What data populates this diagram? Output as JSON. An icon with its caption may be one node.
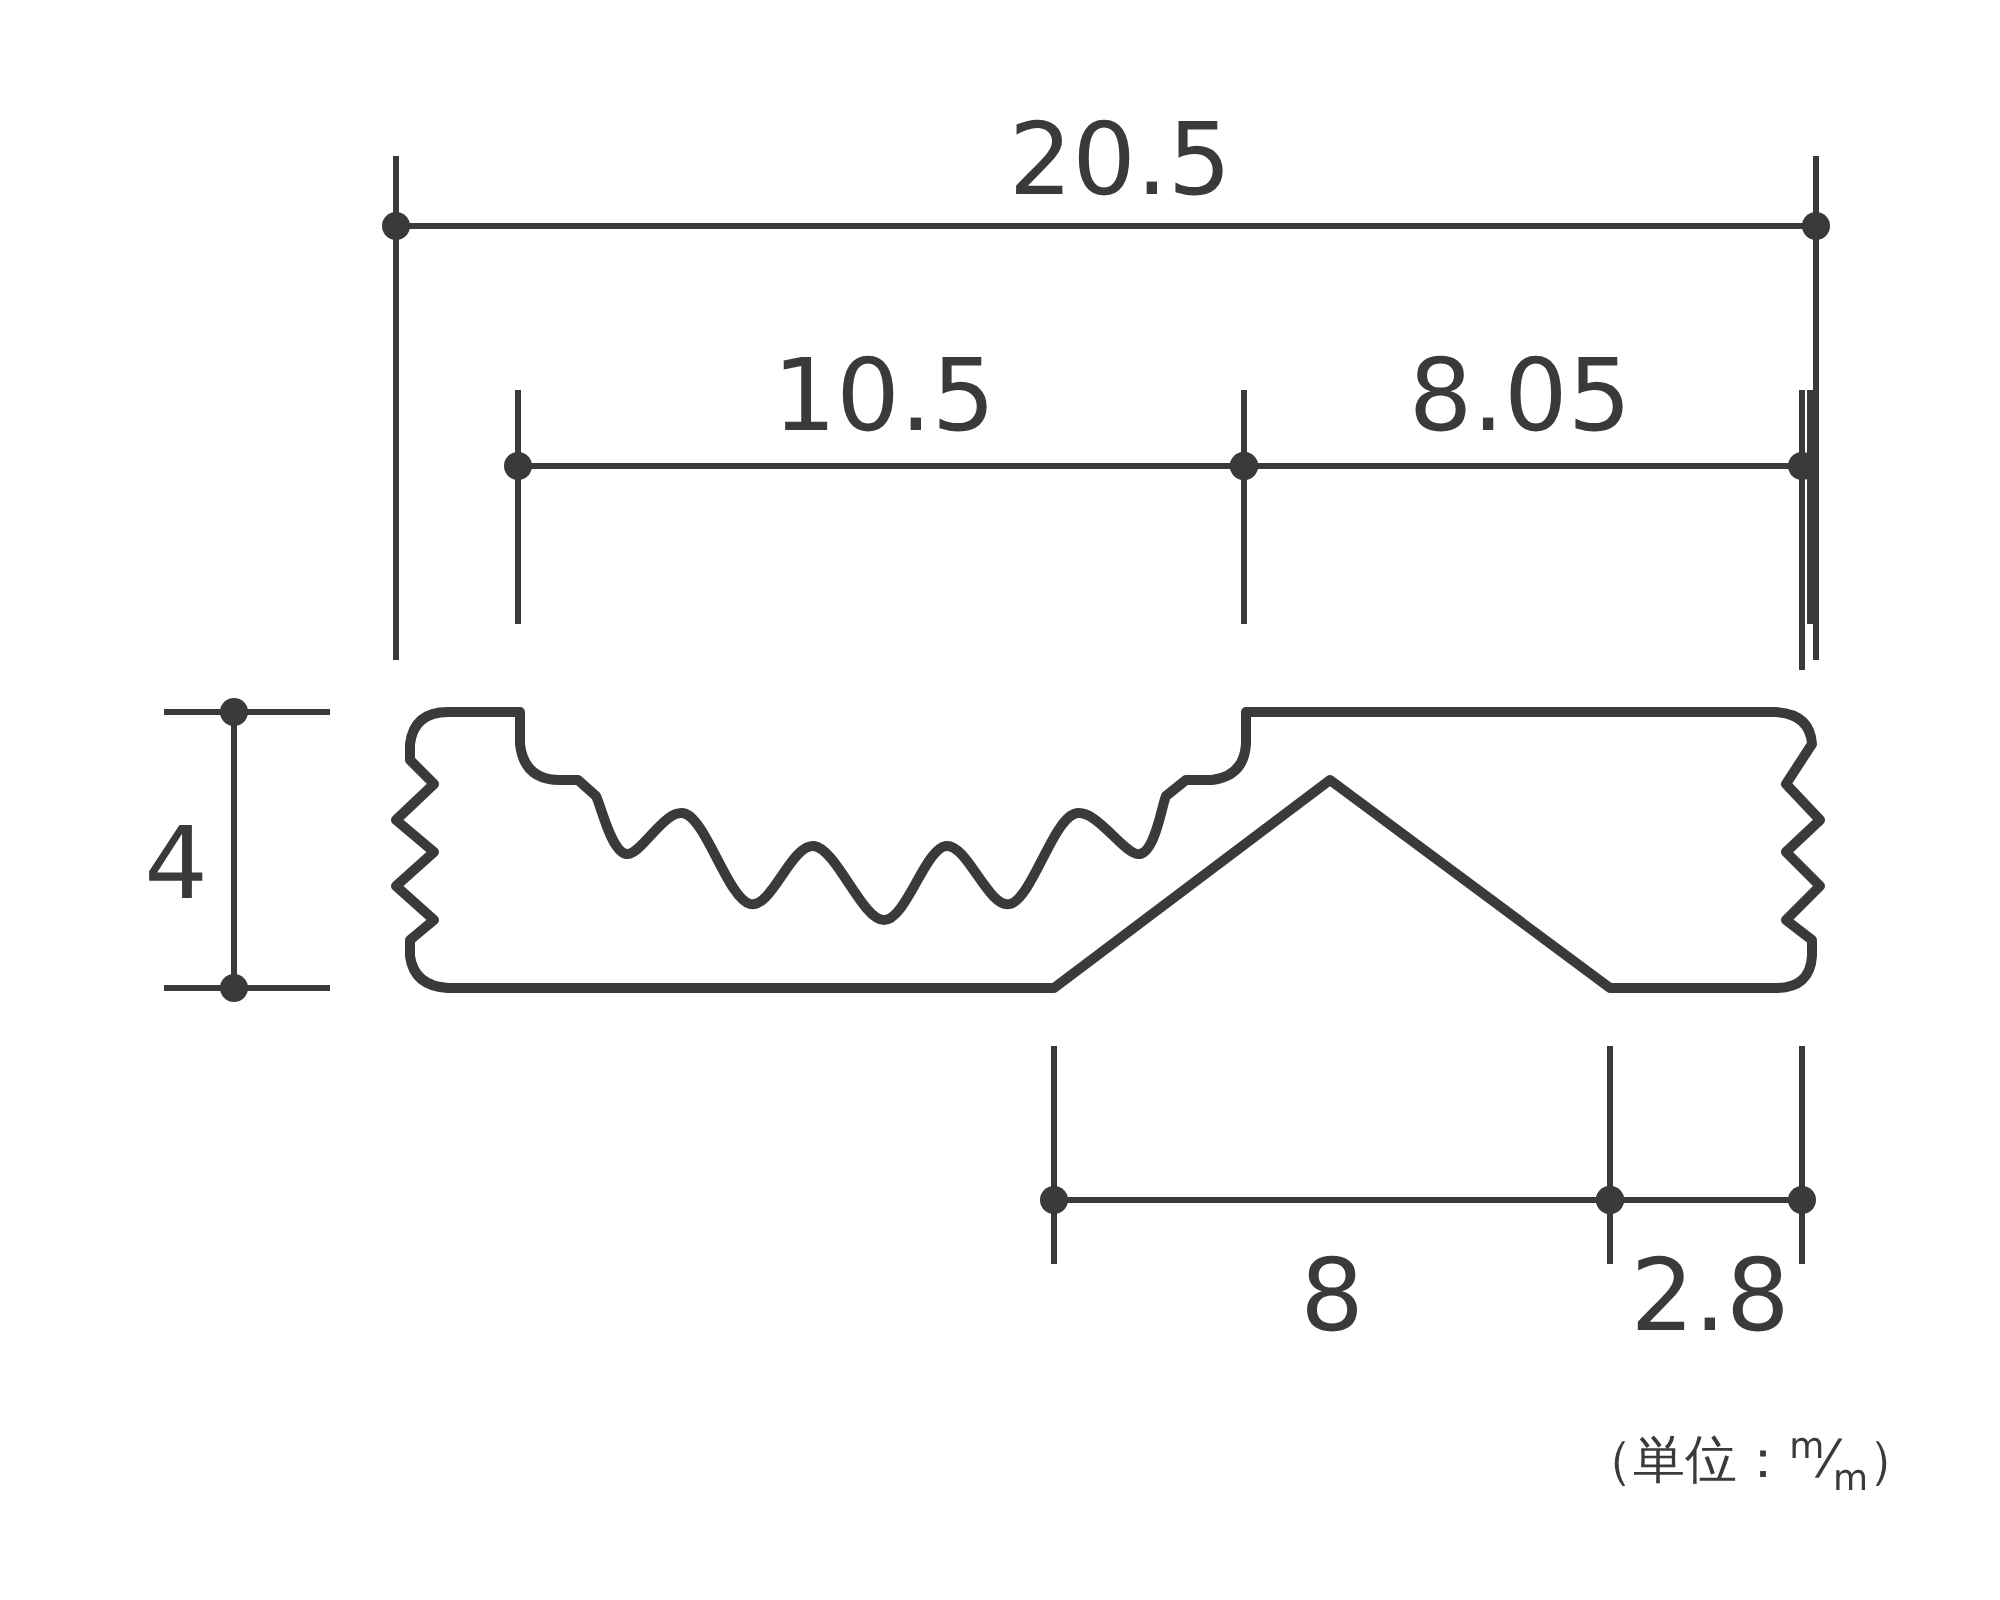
{
  "diagram": {
    "labels": [
      "20.5",
      "10.5",
      "8.05",
      "4",
      "8",
      "2.8",
      "（単位：$^{m}$⁄$_{m}$）"
    ]
  }
}
